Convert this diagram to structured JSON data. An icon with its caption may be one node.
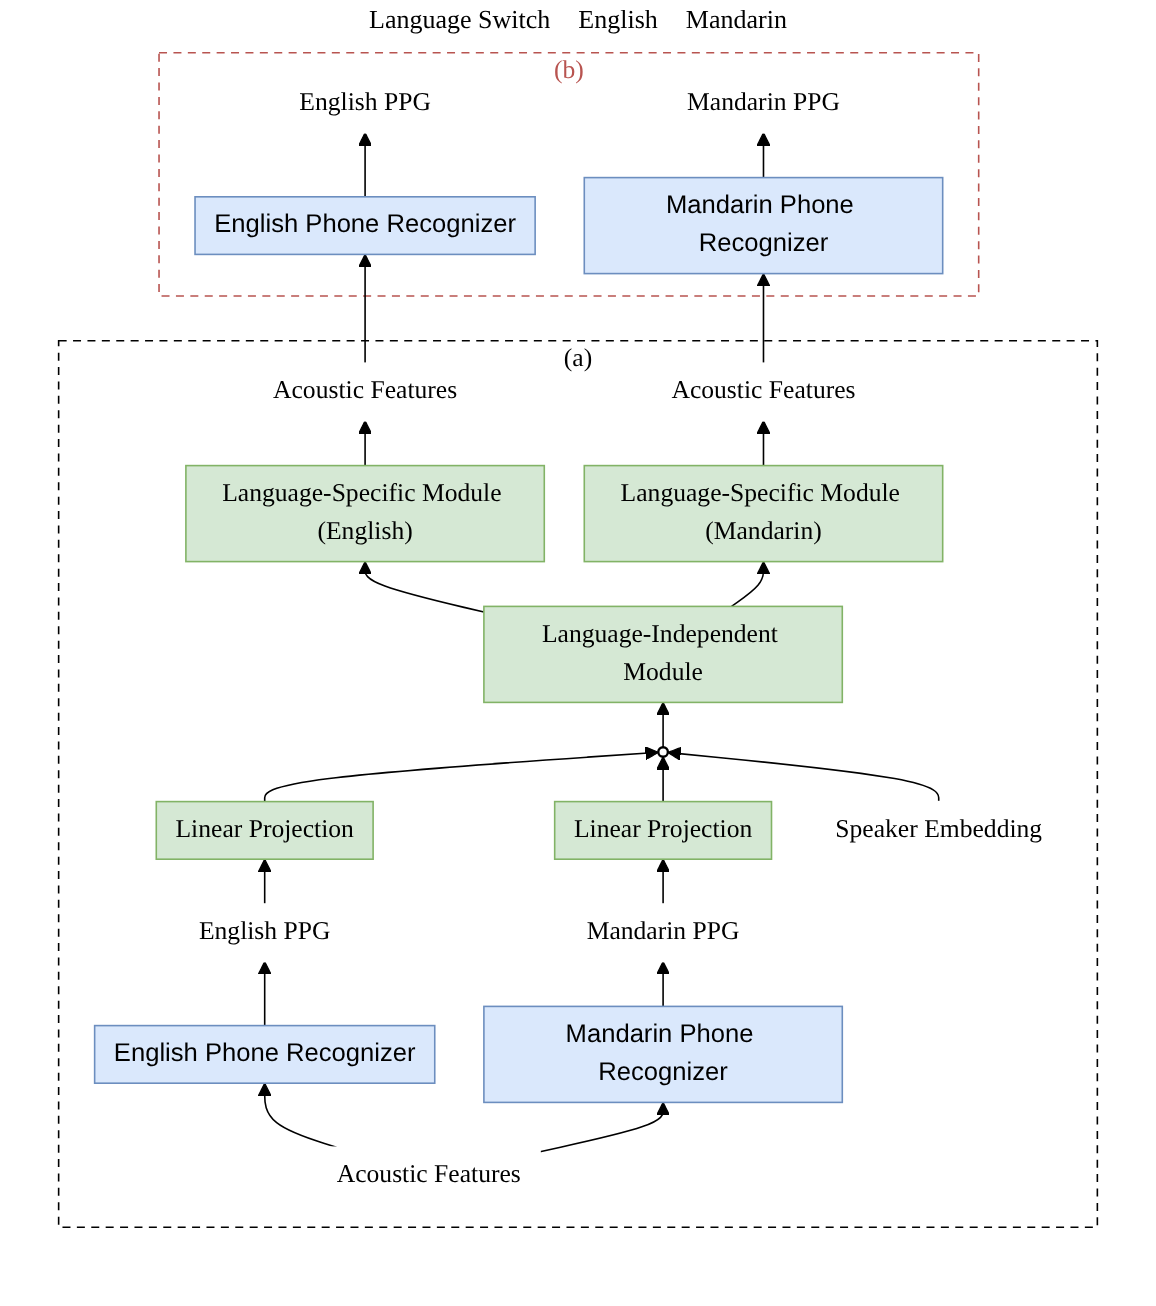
{
  "diagram": {
    "nodes": [
      {
        "text": [
          "(b)"
        ]
      },
      {
        "text": [
          "English PPG"
        ],
        "in": 0
      },
      {
        "text": [
          "English Phone Recognizer"
        ],
        "in": 0
      },
      {
        "text": [
          "Mandarin PPG"
        ],
        "in": 0
      },
      {
        "text": [
          "Mandarin Phone Recognizer"
        ],
        "in": 0
      },
      {
        "text": [
          "(a)"
        ]
      },
      {
        "text": [
          "Acoustic Features"
        ],
        "in": 5
      },
      {
        "text": [
          "Acoustic Features"
        ],
        "in": 5
      },
      {
        "text": [
          "Language-Specific Module (English)"
        ],
        "in": 5
      },
      {
        "text": [
          "Language-Specific Module (Mandarin)"
        ],
        "in": 5
      },
      {
        "text": [
          "Language-Independent Module"
        ],
        "in": 5
      },
      {
        "text": [],
        "shape": "circle",
        "in": 5
      },
      {
        "text": [
          "Linear Projection"
        ],
        "in": 5
      },
      {
        "text": [
          "Linear Projection"
        ],
        "in": 5
      },
      {
        "text": [
          "Speaker Embedding"
        ],
        "in": 5
      },
      {
        "text": [
          "English PPG"
        ],
        "in": 5
      },
      {
        "text": [
          "Mandarin PPG"
        ],
        "in": 5
      },
      {
        "text": [
          "English Phone Recognizer"
        ],
        "in": 5
      },
      {
        "text": [
          "Mandarin Phone Recognizer"
        ],
        "in": 5
      },
      {
        "text": [
          "Acoustic Features"
        ],
        "in": 5
      }
    ],
    "edges": [
      {
        "from": 2,
        "to": 1,
        "arrow": "to"
      },
      {
        "from": 4,
        "to": 3,
        "arrow": "to"
      },
      {
        "from": 6,
        "to": 2,
        "arrow": "to"
      },
      {
        "from": 7,
        "to": 4,
        "arrow": "to"
      },
      {
        "from": 8,
        "to": 6,
        "arrow": "to"
      },
      {
        "from": 9,
        "to": 7,
        "arrow": "to"
      },
      {
        "from": 10,
        "to": 8,
        "arrow": "to"
      },
      {
        "from": 10,
        "to": 9,
        "arrow": "to"
      },
      {
        "from": 11,
        "to": 10,
        "arrow": "to"
      },
      {
        "from": 12,
        "to": 11,
        "arrow": "to"
      },
      {
        "from": 13,
        "to": 11,
        "arrow": "to"
      },
      {
        "from": 14,
        "to": 11,
        "arrow": "to"
      },
      {
        "from": 15,
        "to": 12,
        "arrow": "to"
      },
      {
        "from": 16,
        "to": 13,
        "arrow": "to"
      },
      {
        "from": 17,
        "to": 15,
        "arrow": "to"
      },
      {
        "from": 18,
        "to": 16,
        "arrow": "to"
      },
      {
        "from": 19,
        "to": 17,
        "arrow": "to"
      },
      {
        "from": 19,
        "to": 18,
        "arrow": "to"
      }
    ],
    "labels": [
      "Language Switch",
      "English",
      "Mandarin"
    ]
  }
}
